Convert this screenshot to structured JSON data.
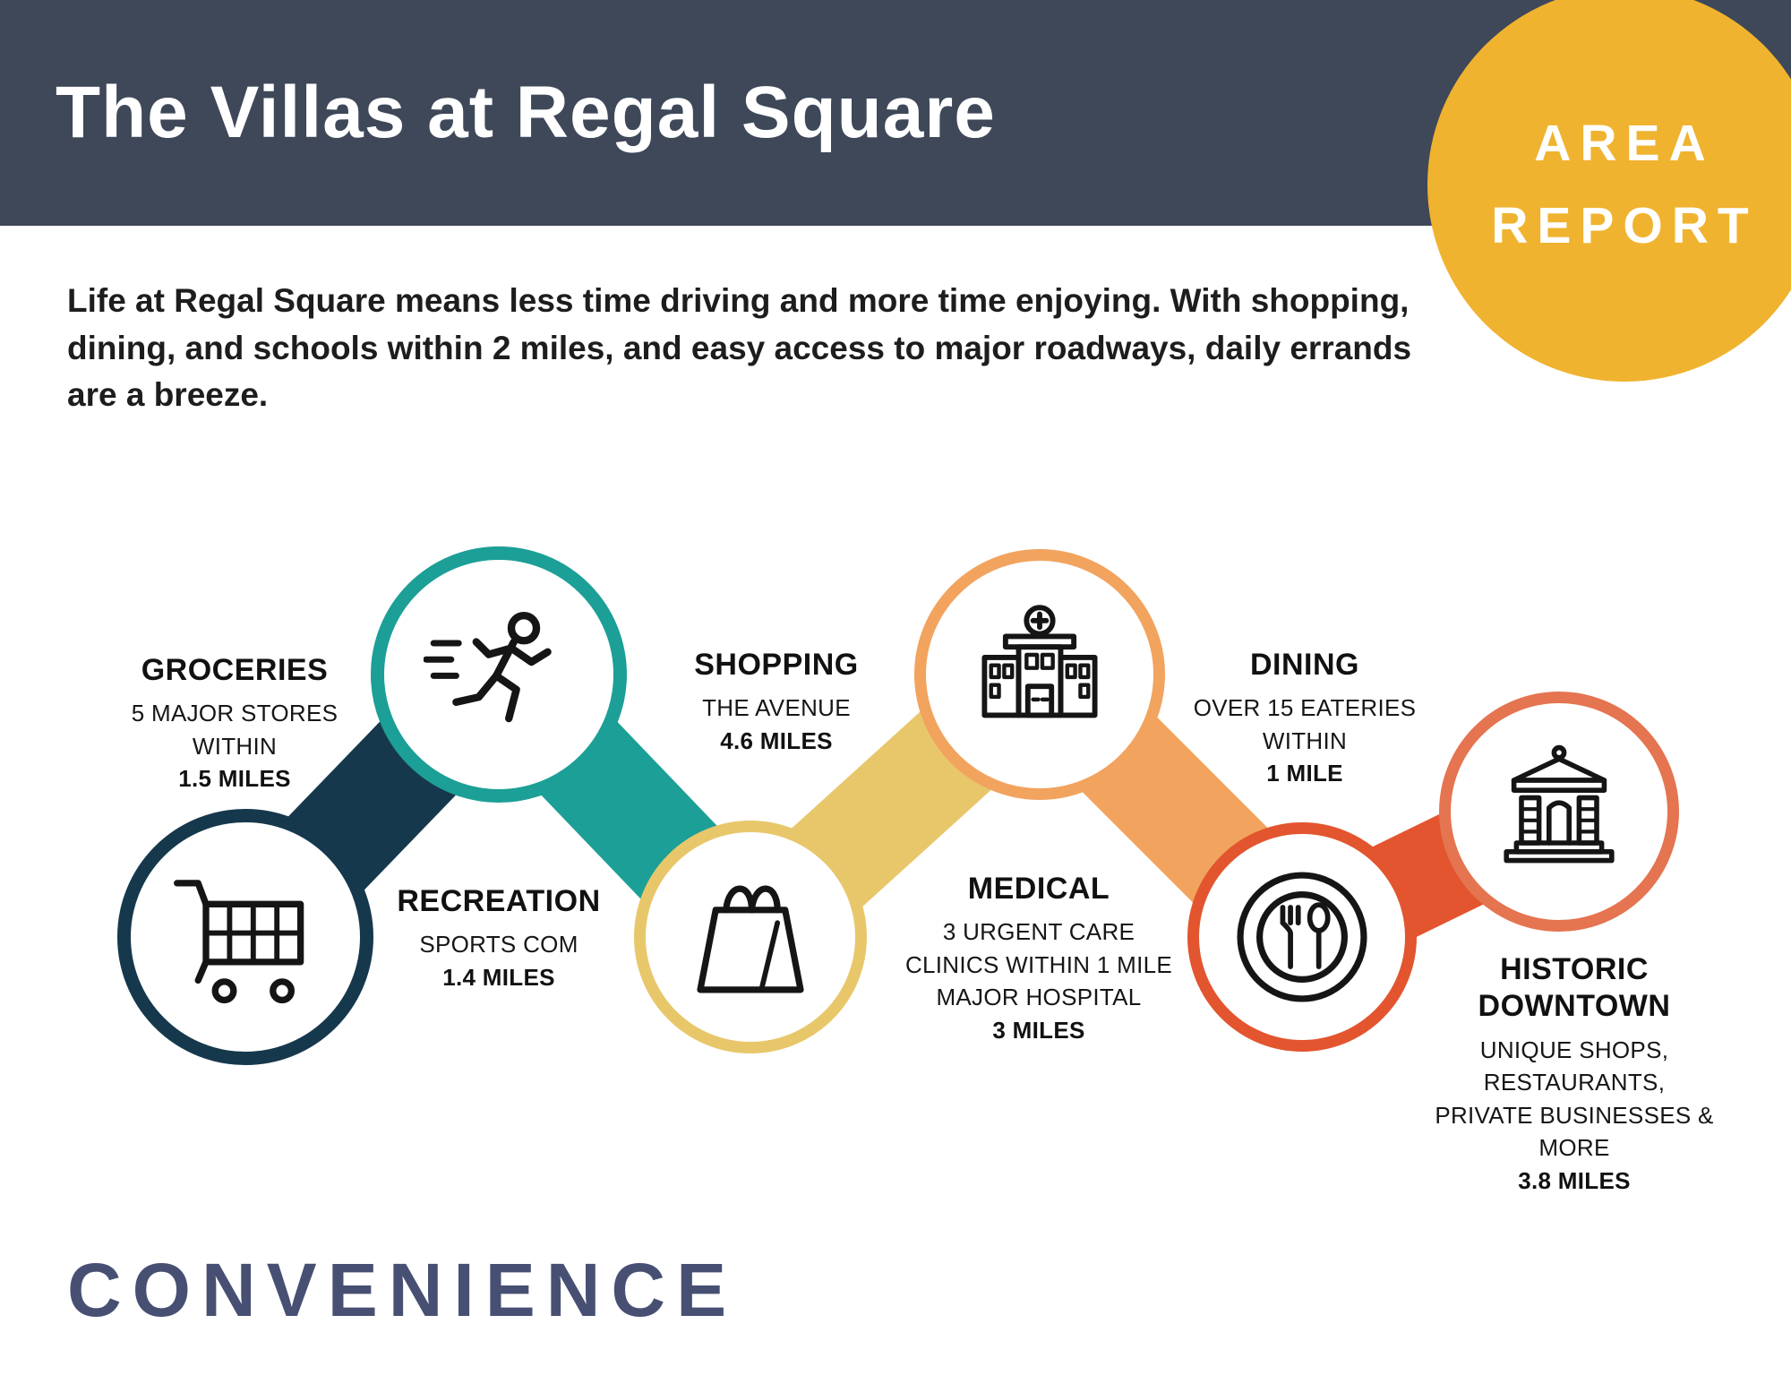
{
  "header": {
    "title": "The Villas at Regal Square"
  },
  "badge": {
    "line1": "AREA",
    "line2": "REPORT"
  },
  "intro": {
    "text": "Life at Regal Square means less time driving and more time enjoying. With shopping, dining, and schools within 2 miles, and easy access to major roadways, daily errands are a breeze."
  },
  "section_label": "CONVENIENCE",
  "colors": {
    "banner": "#3E4859",
    "badge_yellow": "#F0B32F",
    "navy": "#16384C",
    "teal": "#1C9F96",
    "yellow": "#E8C76B",
    "orange": "#F2A35E",
    "red": "#E2552F",
    "coral": "#E57450",
    "section_text": "#475073"
  },
  "items": [
    {
      "title": "GROCERIES",
      "desc": "5 MAJOR STORES\nWITHIN",
      "distance": "1.5 MILES",
      "icon": "shopping-cart-icon"
    },
    {
      "title": "RECREATION",
      "desc": "SPORTS COM",
      "distance": "1.4 MILES",
      "icon": "runner-icon"
    },
    {
      "title": "SHOPPING",
      "desc": "THE AVENUE",
      "distance": "4.6 MILES",
      "icon": "shopping-bag-icon"
    },
    {
      "title": "MEDICAL",
      "desc": "3 URGENT CARE\nCLINICS WITHIN 1 MILE\nMAJOR HOSPITAL",
      "distance": "3 MILES",
      "icon": "hospital-icon"
    },
    {
      "title": "DINING",
      "desc": "OVER 15 EATERIES\nWITHIN",
      "distance": "1 MILE",
      "icon": "plate-cutlery-icon"
    },
    {
      "title": "HISTORIC\nDOWNTOWN",
      "desc": "UNIQUE SHOPS,\nRESTAURANTS,\nPRIVATE BUSINESSES &\nMORE",
      "distance": "3.8 MILES",
      "icon": "bank-building-icon"
    }
  ]
}
